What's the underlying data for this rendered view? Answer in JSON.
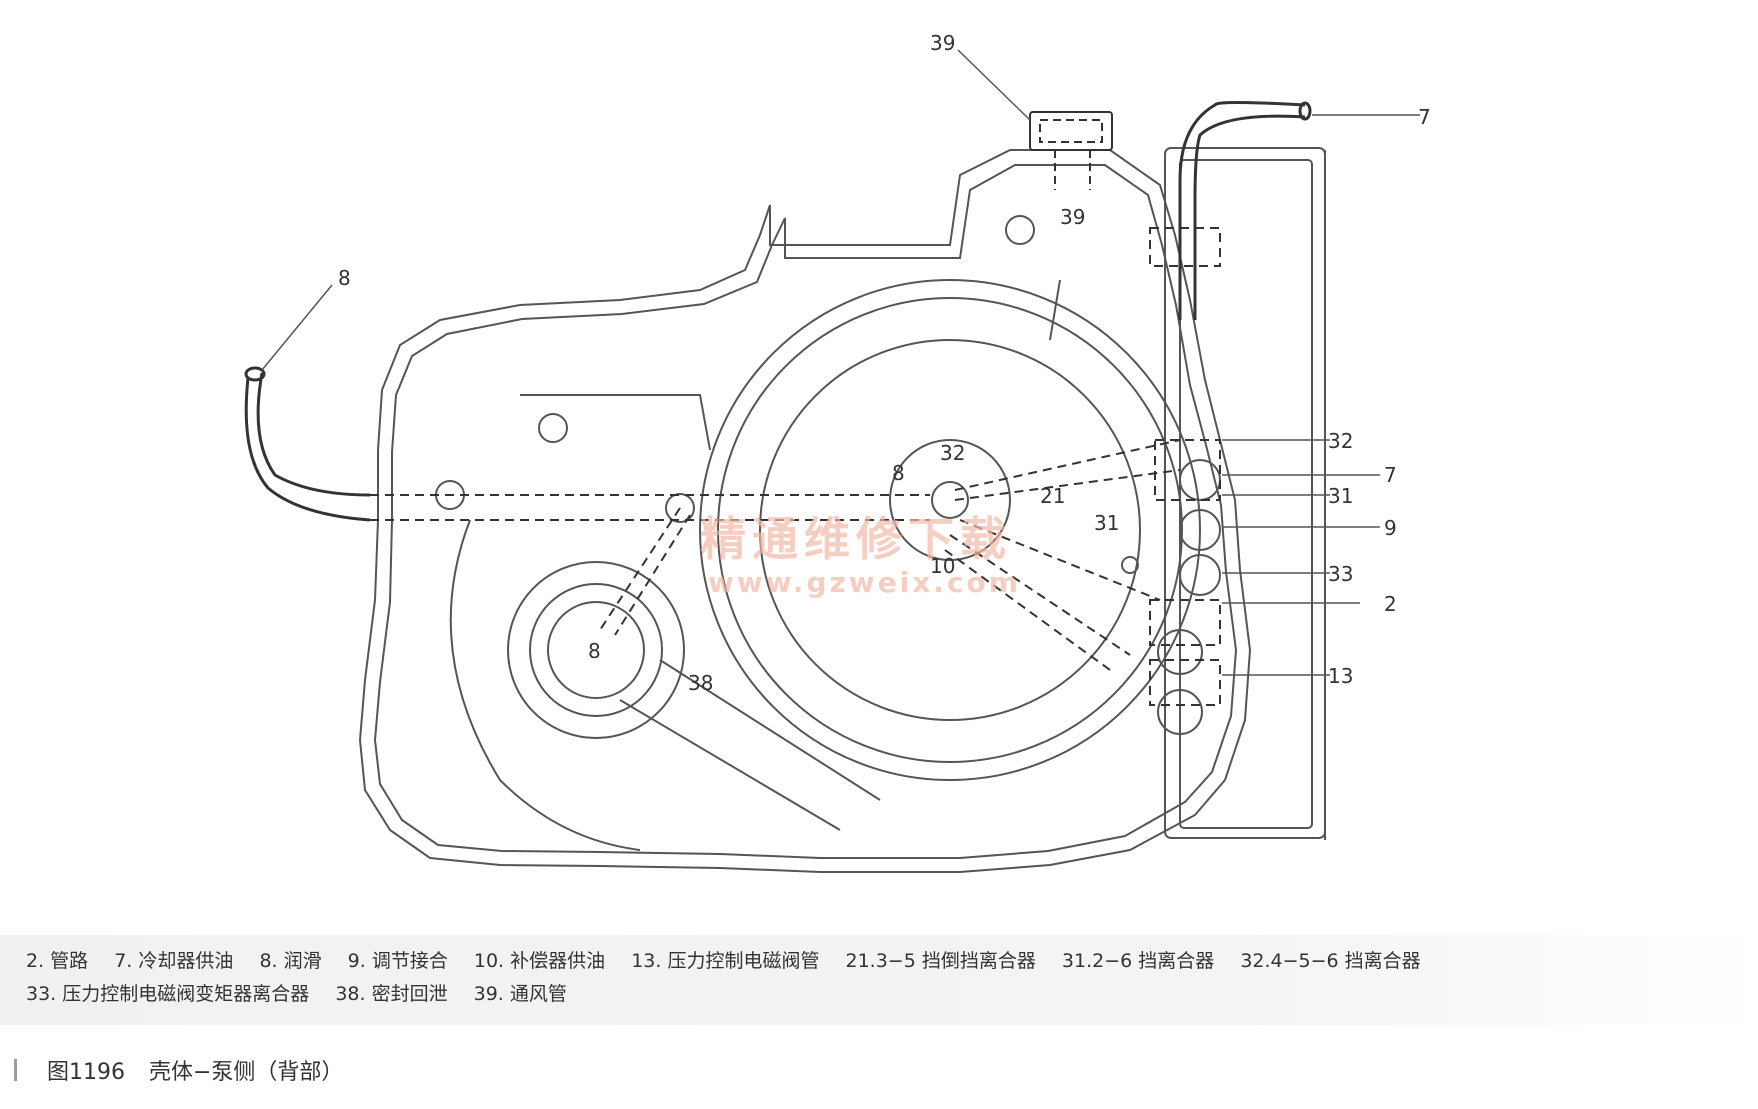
{
  "callouts": {
    "c39_top": "39",
    "c39_mid": "39",
    "c7_top": "7",
    "c8_left": "8",
    "c32_right": "32",
    "c7_right": "7",
    "c31_right": "31",
    "c9": "9",
    "c33": "33",
    "c2": "2",
    "c13": "13",
    "c32_center": "32",
    "c8_center": "8",
    "c21": "21",
    "c31_inner": "31",
    "c10": "10",
    "c8_lower": "8",
    "c38": "38"
  },
  "watermark": {
    "name": "精通维修下载",
    "url": "www.gzweix.com"
  },
  "legend": [
    "2. 管路",
    "7. 冷却器供油",
    "8. 润滑",
    "9. 调节接合",
    "10. 补偿器供油",
    "13. 压力控制电磁阀管",
    "21.3−5 挡倒挡离合器",
    "31.2−6 挡离合器",
    "32.4−5−6 挡离合器",
    "33. 压力控制电磁阀变矩器离合器",
    "38. 密封回泄",
    "39. 通风管"
  ],
  "caption": {
    "figure": "图1196",
    "title": "壳体−泵侧（背部）"
  },
  "colors": {
    "line": "#555555",
    "watermark": "#f3b8a8",
    "legend_band": "#f2f2f2"
  }
}
